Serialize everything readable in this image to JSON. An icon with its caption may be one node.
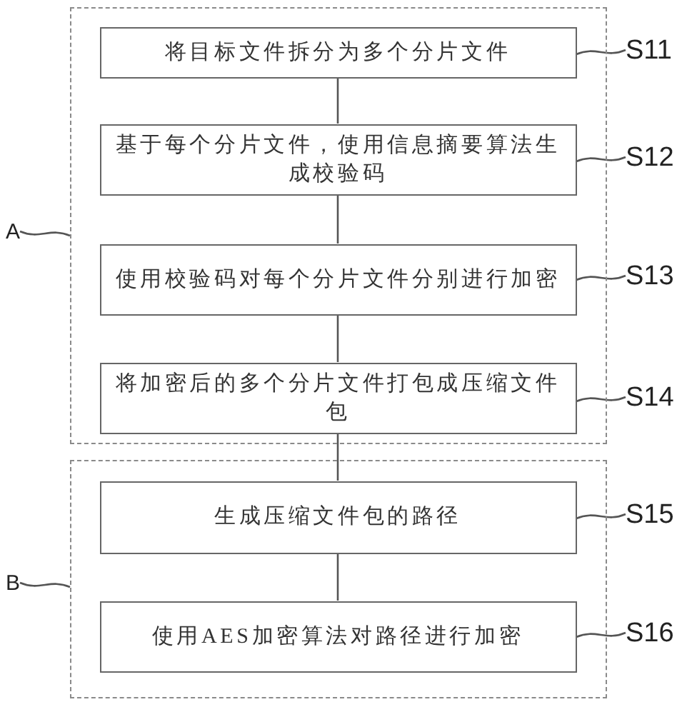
{
  "diagram": {
    "nodes": [
      {
        "text": [],
        "shape": "box"
      },
      {
        "text": [
          "将目标文件拆分为多个分片文件"
        ],
        "in": 0
      },
      {
        "text": [
          "基于每个分片文件，使用信息摘要算法生成校验码"
        ],
        "in": 0
      },
      {
        "text": [
          "使用校验码对每个分片文件分别进行加密"
        ],
        "in": 0
      },
      {
        "text": [
          "将加密后的多个分片文件打包成压缩文件包"
        ],
        "in": 0
      },
      {
        "text": [],
        "shape": "box"
      },
      {
        "text": [
          "生成压缩文件包的路径"
        ],
        "in": 5
      },
      {
        "text": [
          "使用AES加密算法对路径进行加密"
        ],
        "in": 5
      },
      {
        "text": [
          "S11"
        ]
      },
      {
        "text": [
          "S12"
        ]
      },
      {
        "text": [
          "A"
        ]
      },
      {
        "text": [
          "S13"
        ]
      },
      {
        "text": [
          "S14"
        ]
      },
      {
        "text": [
          "S15"
        ]
      },
      {
        "text": [
          "B"
        ]
      },
      {
        "text": [
          "S16"
        ]
      }
    ],
    "edges": [
      {
        "from": 1,
        "to": 2,
        "arrow": "none"
      },
      {
        "from": 2,
        "to": 3,
        "arrow": "none"
      },
      {
        "from": 3,
        "to": 4,
        "arrow": "none"
      },
      {
        "from": 4,
        "to": 6,
        "arrow": "none"
      },
      {
        "from": 6,
        "to": 7,
        "arrow": "none"
      },
      {
        "from": 8,
        "to": 1,
        "arrow": "none"
      },
      {
        "from": 9,
        "to": 2,
        "arrow": "none"
      },
      {
        "from": 10,
        "to": 0,
        "arrow": "none"
      },
      {
        "from": 11,
        "to": 3,
        "arrow": "none"
      },
      {
        "from": 12,
        "to": 4,
        "arrow": "none"
      },
      {
        "from": 13,
        "to": 6,
        "arrow": "none"
      },
      {
        "from": 14,
        "to": 5,
        "arrow": "none"
      },
      {
        "from": 15,
        "to": 7,
        "arrow": "none"
      }
    ]
  }
}
